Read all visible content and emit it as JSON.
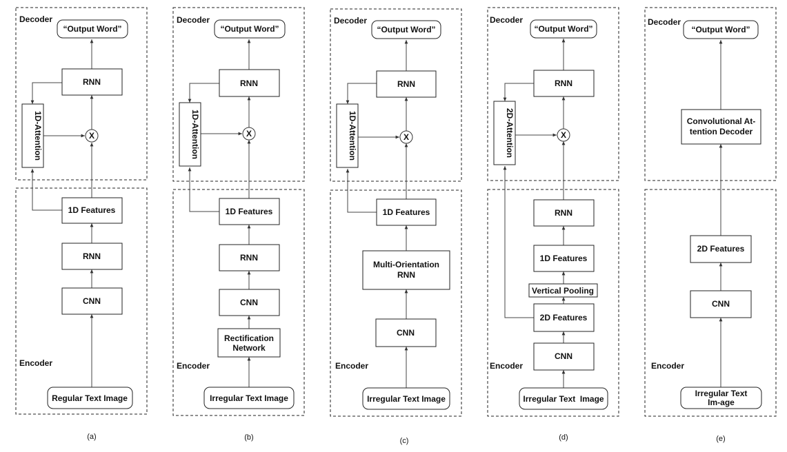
{
  "panels": [
    {
      "caption": "(a)",
      "decoder_label": "Decoder",
      "encoder_label": "Encoder",
      "output": "“Output Word”",
      "decoder_rnn": "RNN",
      "attention": "1D-Attention",
      "multiply": "X",
      "encoder_blocks": [
        "1D Features",
        "RNN",
        "CNN"
      ],
      "input": "Regular Text Image"
    },
    {
      "caption": "(b)",
      "decoder_label": "Decoder",
      "encoder_label": "Encoder",
      "output": "“Output Word”",
      "decoder_rnn": "RNN",
      "attention": "1D-Attention",
      "multiply": "X",
      "encoder_blocks": [
        "1D Features",
        "RNN",
        "CNN",
        "Rectification Network"
      ],
      "input": "Irregular Text Image"
    },
    {
      "caption": "(c)",
      "decoder_label": "Decoder",
      "encoder_label": "Encoder",
      "output": "“Output Word”",
      "decoder_rnn": "RNN",
      "attention": "1D-Attention",
      "multiply": "X",
      "encoder_blocks": [
        "1D Features",
        "Multi-Orientation RNN",
        "CNN"
      ],
      "input": "Irregular Text Image"
    },
    {
      "caption": "(d)",
      "decoder_label": "Decoder",
      "encoder_label": "Encoder",
      "output": "“Output Word”",
      "decoder_rnn": "RNN",
      "attention": "2D-Attention",
      "multiply": "X",
      "encoder_blocks": [
        "RNN",
        "1D Features",
        "Vertical Pooling",
        "2D Features",
        "CNN"
      ],
      "input": "Irregular Text  Image"
    },
    {
      "caption": "(e)",
      "decoder_label": "Decoder",
      "encoder_label": "Encoder",
      "output": "“Output Word”",
      "decoder_block": "Convolutional At-tention Decoder",
      "encoder_blocks": [
        "2D Features",
        "CNN"
      ],
      "input": "Irregular Text Im-age"
    }
  ]
}
